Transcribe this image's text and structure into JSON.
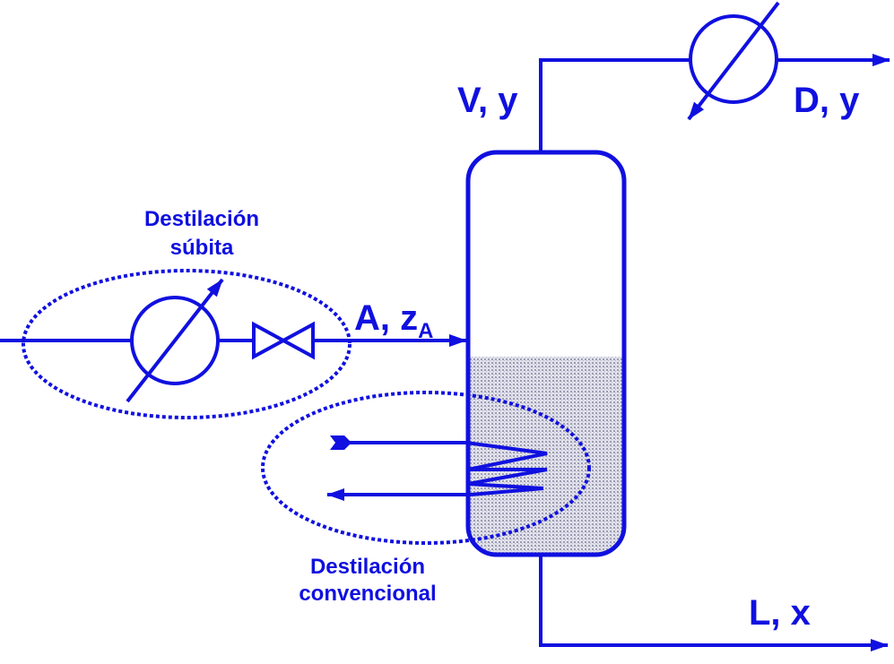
{
  "colors": {
    "line": "#1010e0",
    "liquid_fill": "#c9c9d6",
    "background": "#ffffff"
  },
  "streams": {
    "vapor": "V, y",
    "distillate": "D, y",
    "bottoms": "L, x",
    "feed_main": "A, z",
    "feed_subscript": "A"
  },
  "regions": {
    "flash_line1": "Destilación",
    "flash_line2": "súbita",
    "conventional_line1": "Destilación",
    "conventional_line2": "convencional"
  },
  "icons": {
    "flash_heat_exchanger": "heat-exchanger-icon",
    "condenser": "condenser-icon",
    "valve": "valve-icon",
    "reboiler_coil": "heating-coil-icon"
  }
}
